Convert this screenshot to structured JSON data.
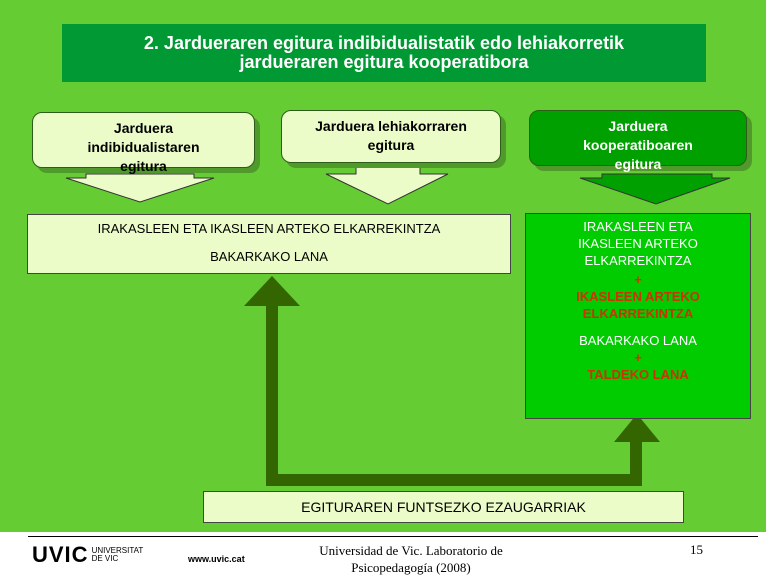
{
  "title": {
    "line1": "2. Jardueraren egitura indibidualistatik edo lehiakorretik",
    "line2": "jardueraren egitura kooperatibora"
  },
  "structures": {
    "individualist": {
      "line1": "Jarduera",
      "line2": "indibidualistaren",
      "line3": "egitura"
    },
    "competitive": {
      "line1": "Jarduera lehiakorraren",
      "line2": "egitura"
    },
    "cooperative": {
      "line1": "Jarduera",
      "line2": "kooperatiboaren",
      "line3": "egitura"
    }
  },
  "left_result": {
    "line1": "IRAKASLEEN ETA IKASLEEN ARTEKO ELKARREKINTZA",
    "line2": "BAKARKAKO LANA"
  },
  "right_result": {
    "line1": "IRAKASLEEN ETA",
    "line2": "IKASLEEN ARTEKO",
    "line3": "ELKARREKINTZA",
    "plus1": "+",
    "highlight1_a": "IKASLEEN ARTEKO",
    "highlight1_b": "ELKARREKINTZA",
    "line4": "BAKARKAKO LANA",
    "plus2": "+",
    "highlight2": "TALDEKO LANA"
  },
  "bottom_box": "EGITURAREN FUNTSEZKO EZAUGARRIAK",
  "footer": {
    "logo_letters": "UVIC",
    "logo_sub1": "UNIVERSITAT",
    "logo_sub2": "DE VIC",
    "url": "www.uvic.cat",
    "credit_line1": "Universidad de Vic. Laboratorio de",
    "credit_line2": "Psicopedagogía (2008)",
    "page": "15"
  },
  "colors": {
    "background": "#66cc33",
    "title_bg": "#009933",
    "pale_box": "#ebfcc8",
    "arrow": "#336600",
    "highlight_text": "#cc3300"
  }
}
